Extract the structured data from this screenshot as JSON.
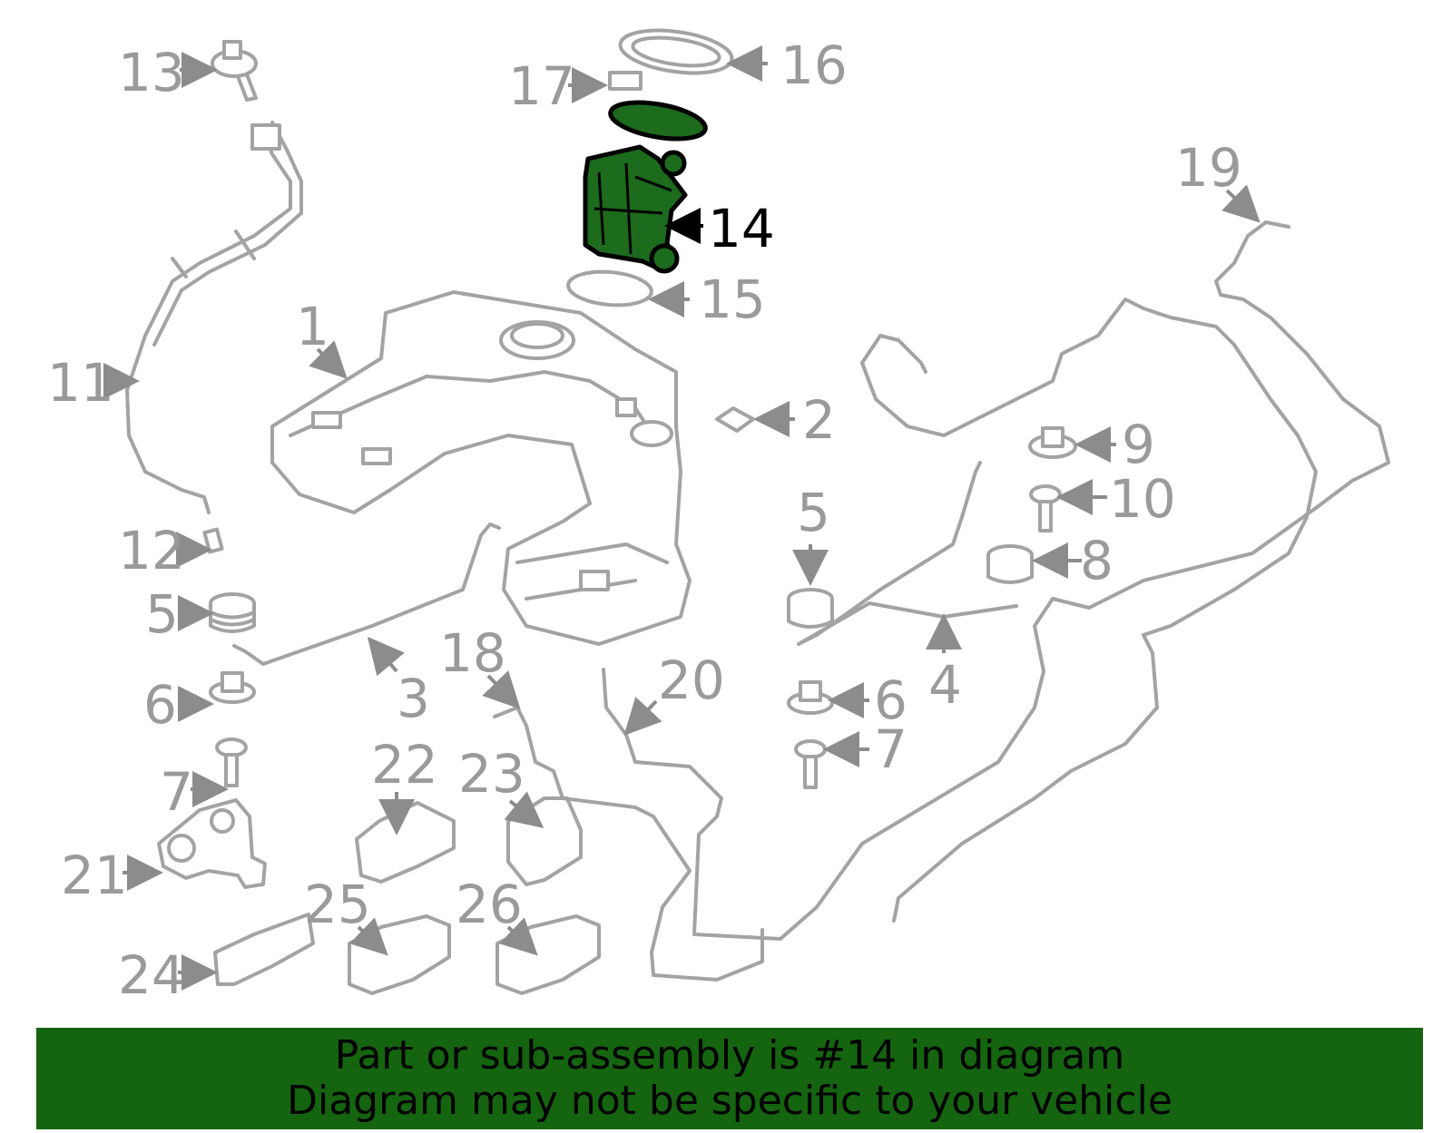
{
  "diagram": {
    "labels": [
      "1",
      "2",
      "3",
      "4",
      "5",
      "5",
      "6",
      "6",
      "7",
      "7",
      "8",
      "9",
      "10",
      "11",
      "12",
      "13",
      "14",
      "15",
      "16",
      "17",
      "18",
      "19",
      "20",
      "21",
      "22",
      "23",
      "24",
      "25",
      "26"
    ],
    "highlighted_label": "14",
    "highlight_color": "#1d6b1d"
  },
  "footer": {
    "line1": "Part or sub-assembly is #14 in diagram",
    "line2": "Diagram may not be specific to your vehicle",
    "background": "#156410"
  }
}
